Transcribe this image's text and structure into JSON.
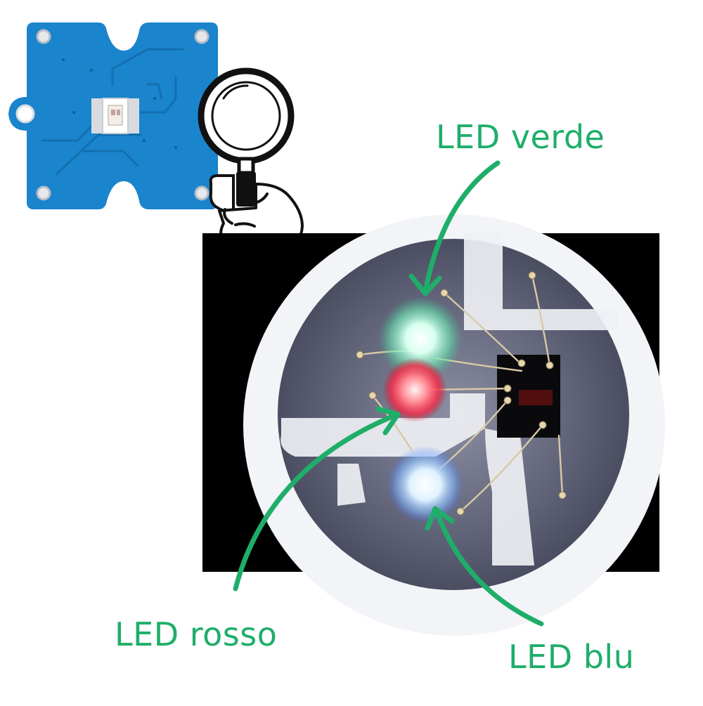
{
  "labels": {
    "green_led": "LED verde",
    "red_led": "LED rosso",
    "blue_led": "LED blu"
  },
  "colors": {
    "label_green": "#1fae6a",
    "board_blue": "#1a84cc",
    "board_blue_dark": "#146fb0",
    "photo_black": "#000000",
    "led_green": "#9dffd2",
    "led_red": "#ff3a4e",
    "led_blue": "#b8e0ff"
  },
  "icons": [
    "magnifier-icon",
    "hand-icon"
  ]
}
